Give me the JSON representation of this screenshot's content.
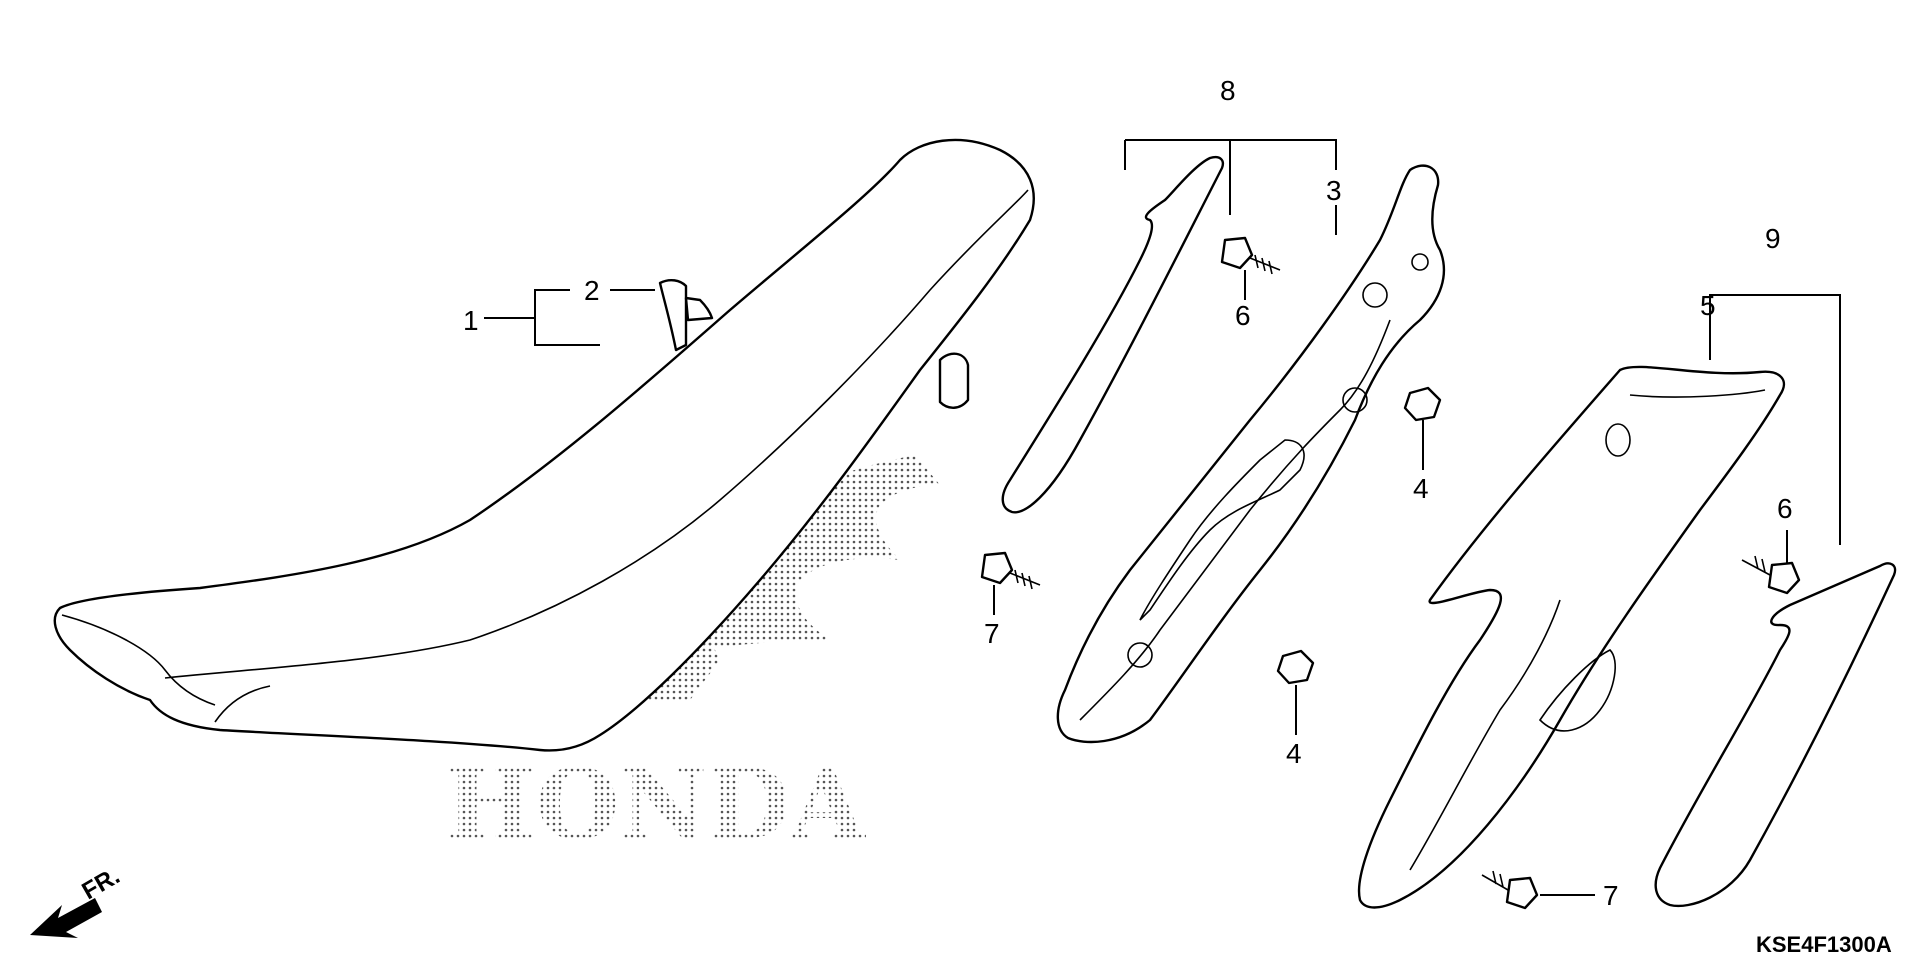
{
  "diagram": {
    "part_code": "KSE4F1300A",
    "front_indicator": "FR.",
    "logo_text": "HONDA",
    "callouts": [
      {
        "id": "c1",
        "label": "1"
      },
      {
        "id": "c2",
        "label": "2"
      },
      {
        "id": "c3",
        "label": "3"
      },
      {
        "id": "c4a",
        "label": "4"
      },
      {
        "id": "c4b",
        "label": "4"
      },
      {
        "id": "c5",
        "label": "5"
      },
      {
        "id": "c6a",
        "label": "6"
      },
      {
        "id": "c6b",
        "label": "6"
      },
      {
        "id": "c7a",
        "label": "7"
      },
      {
        "id": "c7b",
        "label": "7"
      },
      {
        "id": "c8",
        "label": "8"
      },
      {
        "id": "c9",
        "label": "9"
      }
    ]
  }
}
